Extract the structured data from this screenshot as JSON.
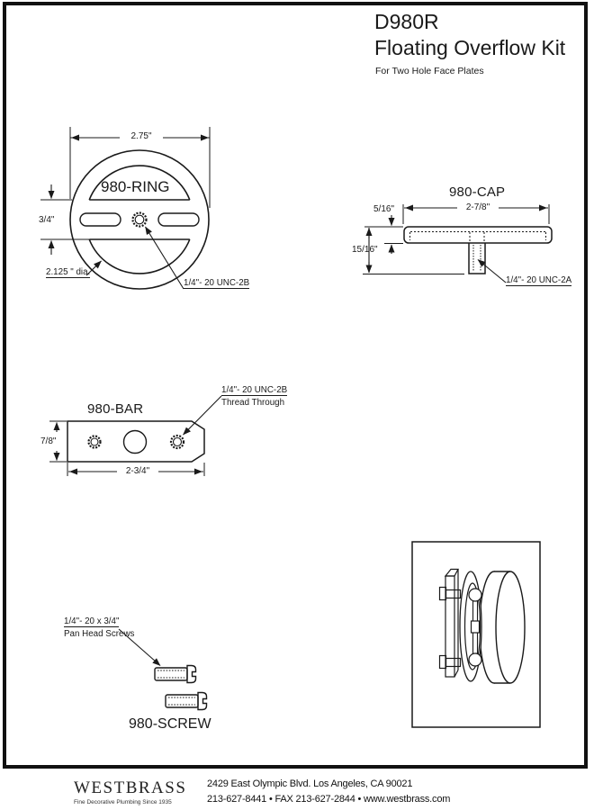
{
  "header": {
    "model": "D980R",
    "title": "Floating Overflow Kit",
    "subtitle": "For Two Hole Face Plates"
  },
  "ring": {
    "label": "980-RING",
    "dim_outer": "2.75\"",
    "dim_band": "3/4\"",
    "dim_inner": "2.125 \" dia.",
    "thread_note": "1/4\"- 20 UNC-2B"
  },
  "cap": {
    "label": "980-CAP",
    "dim_width": "2-7/8\"",
    "dim_top": "5/16\"",
    "dim_height": "15/16\"",
    "thread_note": "1/4\"- 20 UNC-2A"
  },
  "bar": {
    "label": "980-BAR",
    "dim_height": "7/8\"",
    "dim_width": "2-3/4\"",
    "thread_note_line1": "1/4\"- 20 UNC-2B",
    "thread_note_line2": "Thread Through"
  },
  "screw": {
    "label": "980-SCREW",
    "note_line1": "1/4\"- 20 x 3/4\"",
    "note_line2": "Pan Head Screws"
  },
  "footer": {
    "logo": "WESTBRASS",
    "tagline": "Fine Decorative Plumbing Since 1935",
    "address": "2429 East Olympic Blvd. Los Angeles, CA  90021",
    "contact": "213-627-8441 • FAX 213-627-2844 • www.westbrass.com"
  },
  "colors": {
    "line": "#1a1a1a",
    "background": "#ffffff"
  }
}
